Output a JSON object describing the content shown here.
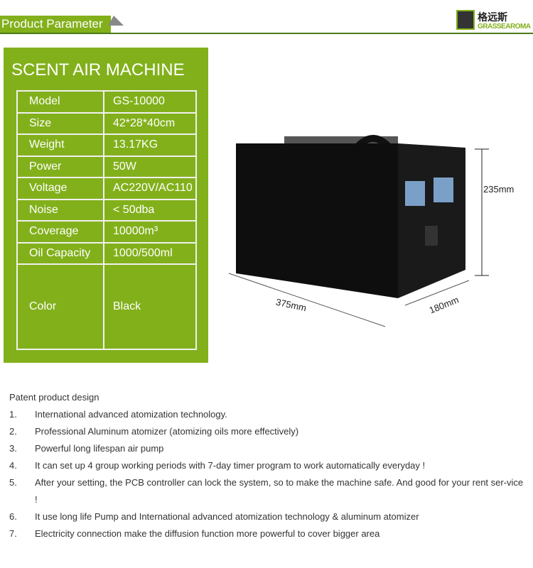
{
  "header": {
    "title": "Product Parameter",
    "logo_cn": "格远斯",
    "logo_en": "GRASSEAROMA"
  },
  "panel": {
    "title": "SCENT AIR MACHINE",
    "rows": [
      {
        "k": "Model",
        "v": "GS-10000"
      },
      {
        "k": "Size",
        "v": "42*28*40cm"
      },
      {
        "k": "Weight",
        "v": "13.17KG"
      },
      {
        "k": "Power",
        "v": "50W"
      },
      {
        "k": "Voltage",
        "v": "AC220V/AC110"
      },
      {
        "k": "Noise",
        "v": "< 50dba"
      },
      {
        "k": "Coverage",
        "v": "10000m³"
      },
      {
        "k": "Oil Capacity",
        "v": "1000/500ml"
      },
      {
        "k": "Color",
        "v": "Black"
      }
    ]
  },
  "dims": {
    "height": "235mm",
    "length": "375mm",
    "depth": "180mm"
  },
  "features": {
    "intro": "Patent product design",
    "items": [
      {
        "n": "1.",
        "t": "International advanced atomization technology."
      },
      {
        "n": "2.",
        "t": "Professional Aluminum atomizer (atomizing oils more effectively)"
      },
      {
        "n": "3.",
        "t": "Powerful long lifespan air pump"
      },
      {
        "n": "4.",
        "t": "It can set up 4 group working periods with 7-day timer program to work automatically everyday !"
      },
      {
        "n": "5.",
        "t": "After your setting, the PCB controller can lock the system, so to make the machine safe. And good for your rent ser-vice !"
      },
      {
        "n": "6.",
        "t": "It use long life Pump and International advanced atomization technology & aluminum atomizer"
      },
      {
        "n": "7.",
        "t": "Electricity connection make the diffusion function more powerful to cover bigger area"
      }
    ]
  }
}
